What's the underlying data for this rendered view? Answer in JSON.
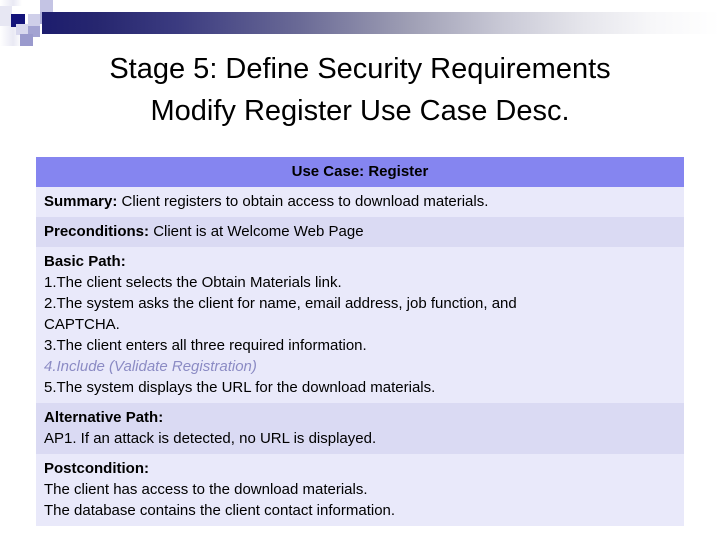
{
  "slide": {
    "title_line_1": "Stage 5: Define Security Requirements",
    "title_line_2": "Modify Register Use Case Desc."
  },
  "colors": {
    "header_bg": "#8585f0",
    "row_shade_light": "#e9e9fa",
    "row_shade_dark": "#dadaf3",
    "muted_italic_text": "#8b8bc4",
    "deco_dark_navy": "#13137a",
    "deco_lavender": "#b8b8e0"
  },
  "use_case": {
    "header": "Use Case: Register",
    "summary": {
      "label": "Summary:",
      "text": "Client registers to obtain access to download materials."
    },
    "preconditions": {
      "label": "Preconditions:",
      "text": "Client is at Welcome Web Page"
    },
    "basic_path": {
      "label": "Basic Path:",
      "steps": [
        "1.The client selects the Obtain Materials link.",
        "2.The system asks the client for name, email address, job function, and",
        "CAPTCHA.",
        "3.The client enters all three required information.",
        "4.Include (Validate Registration)",
        "5.The system displays the URL for the download materials."
      ],
      "highlighted_step_index": 4
    },
    "alternative_path": {
      "label": "Alternative Path:",
      "lines": [
        "AP1.  If an attack is detected, no URL is displayed."
      ]
    },
    "postcondition": {
      "label": "Postcondition:",
      "lines": [
        "The client has access to the download materials.",
        "The database contains the client contact information."
      ]
    }
  }
}
